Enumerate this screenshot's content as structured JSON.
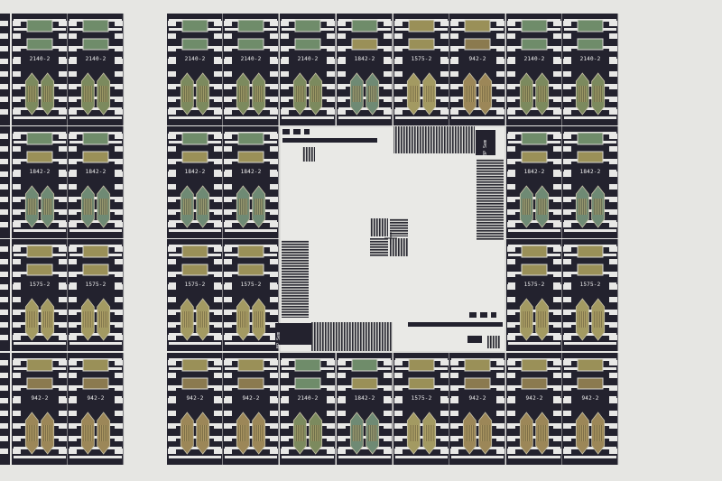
{
  "image": {
    "subject": "wafer-die-array",
    "colors": {
      "background": "#e6e6e3",
      "metal_dark": "#23222e",
      "pad_light": "#e8e8e6",
      "film_green": "#6f8c6a",
      "film_olive": "#9a9058",
      "film_tan": "#8b7a4f"
    }
  },
  "dies": {
    "rows": [
      [
        "2140-2",
        "2140-2",
        "2140-2",
        "2140-2",
        "2140-2",
        "1842-2",
        "1575-2",
        "942-2",
        "2140-2",
        "2140-2"
      ],
      [
        "1842-2",
        "1842-2",
        "1842-2",
        "1842-2",
        "",
        "",
        "",
        "",
        "1842-2",
        "1842-2"
      ],
      [
        "1575-2",
        "1575-2",
        "1575-2",
        "1575-2",
        "",
        "",
        "",
        "",
        "1575-2",
        "1575-2"
      ],
      [
        "942-2",
        "942-2",
        "942-2",
        "942-2",
        "2140-2",
        "1842-2",
        "1575-2",
        "942-2",
        "942-2",
        "942-2"
      ]
    ]
  },
  "test_structure": {
    "label_top": "BP Sem",
    "label_bottom": "BP Sem"
  }
}
